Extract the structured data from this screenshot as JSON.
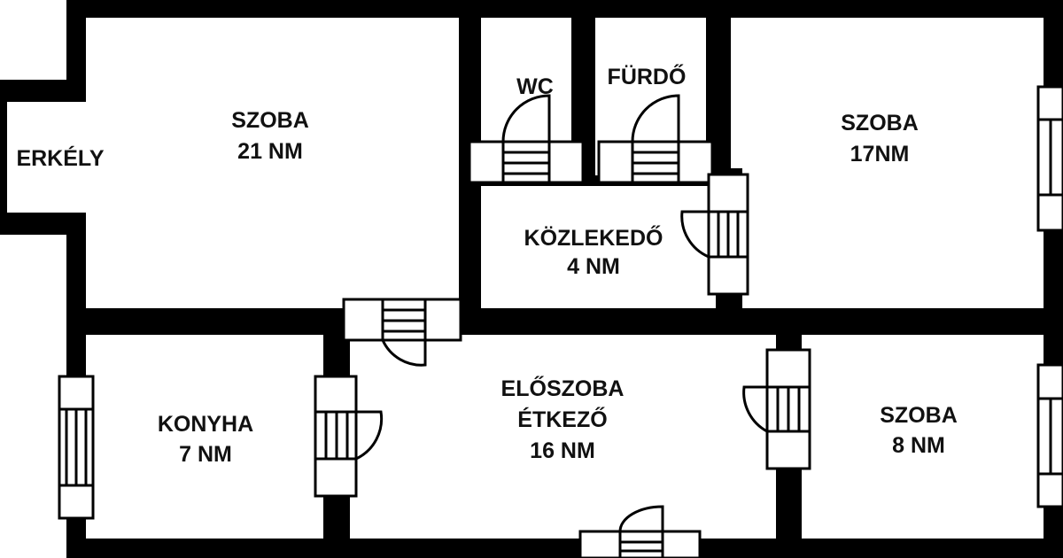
{
  "colors": {
    "wall": "#000000",
    "floor": "#ffffff",
    "text": "#111111"
  },
  "rooms": {
    "erkely": {
      "name": "ERKÉLY"
    },
    "szoba21": {
      "name": "SZOBA",
      "area": "21 NM"
    },
    "wc": {
      "name": "WC"
    },
    "furdo": {
      "name": "FÜRDŐ"
    },
    "szoba17": {
      "name": "SZOBA",
      "area": "17NM"
    },
    "kozlekedo": {
      "name": "KÖZLEKEDŐ",
      "area": "4 NM"
    },
    "konyha": {
      "name": "KONYHA",
      "area": "7 NM"
    },
    "eloszoba": {
      "name": "ELŐSZOBA",
      "name2": "ÉTKEZŐ",
      "area": "16 NM"
    },
    "szoba8": {
      "name": "SZOBA",
      "area": "8 NM"
    }
  }
}
